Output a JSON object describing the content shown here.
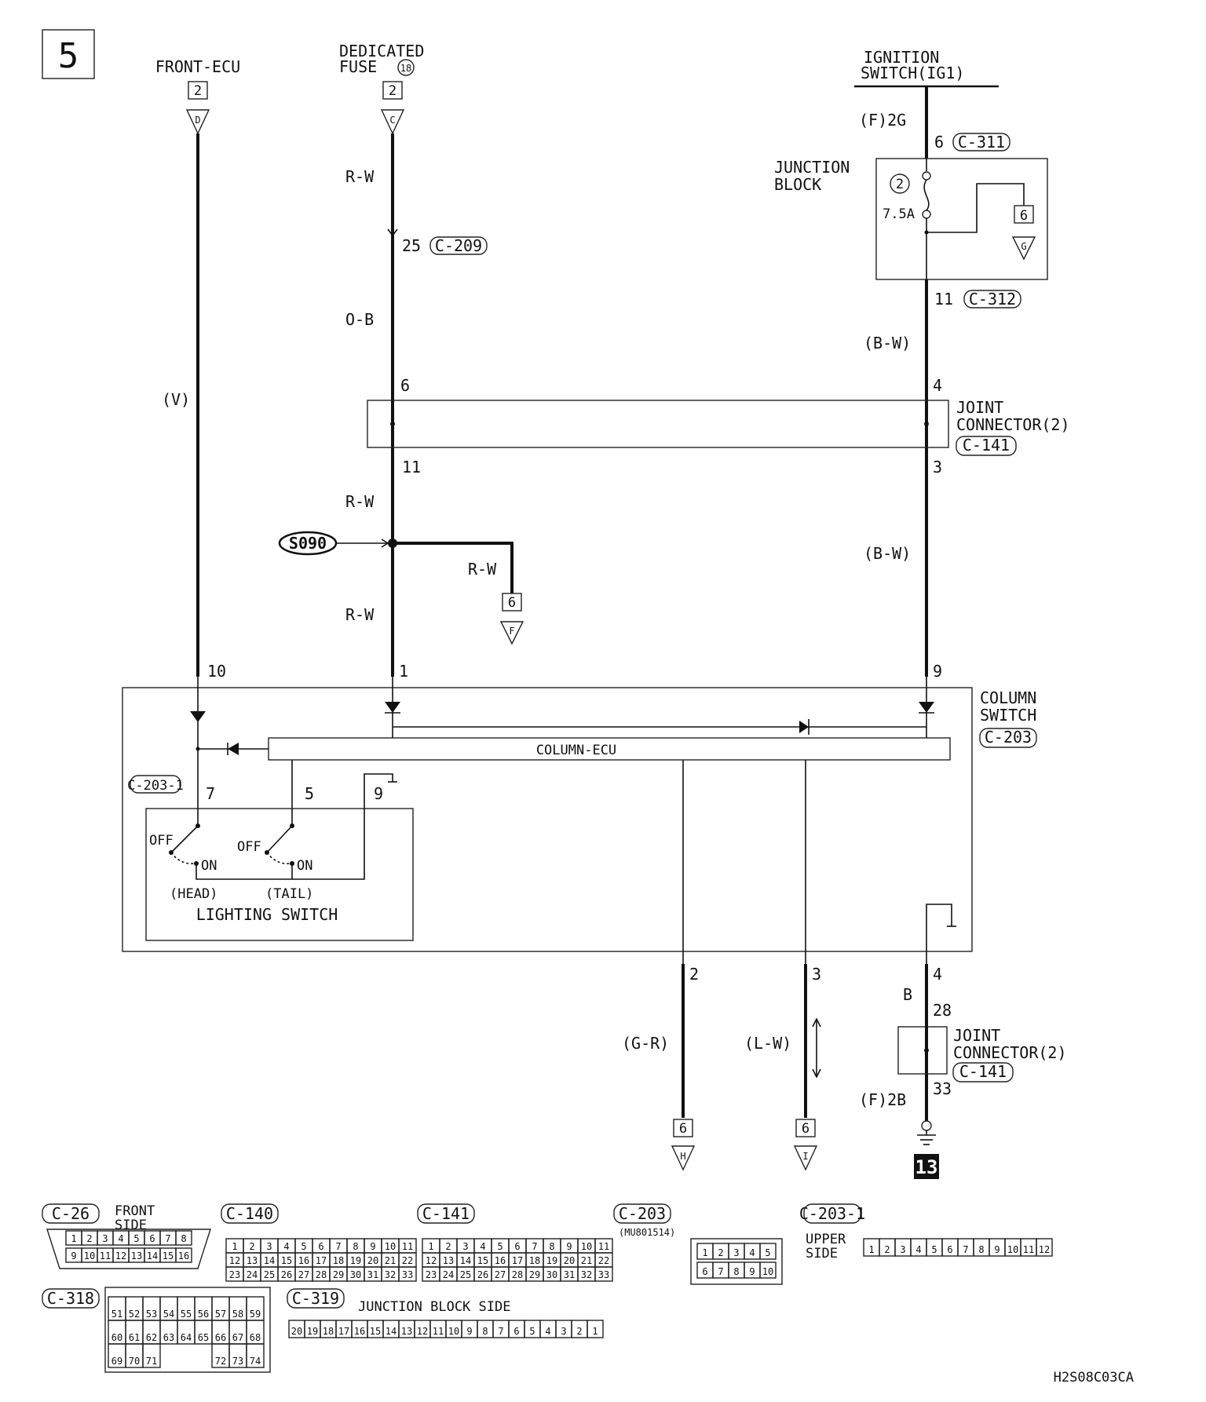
{
  "page_number": "5",
  "sources": {
    "front_ecu": {
      "name": "FRONT-ECU",
      "conn": "2",
      "term": "D"
    },
    "dedicated_fuse": {
      "line1": "DEDICATED",
      "line2": "FUSE",
      "fuse_no": "18",
      "conn": "2",
      "term": "C"
    },
    "ignition": {
      "line1": "IGNITION",
      "line2": "SWITCH(IG1)"
    }
  },
  "wires": {
    "v": "(V)",
    "rw_top": "R-W",
    "ob": "O-B",
    "rw_mid": "R-W",
    "rw_branch": "R-W",
    "rw_low": "R-W",
    "bw_top": "(B-W)",
    "bw_mid": "(B-W)",
    "gr": "(G-R)",
    "lw": "(L-W)",
    "b": "B"
  },
  "terminals": {
    "c209_pin": "25",
    "c209": "C-209",
    "c311_pin": "6",
    "c311": "C-311",
    "c312_pin": "11",
    "c312": "C-312",
    "f2g": "(F)2G",
    "jc_in_left": "6",
    "jc_in_right": "4",
    "jc_out_left": "11",
    "jc_out_right": "3",
    "col_10": "10",
    "col_1": "1",
    "col_9": "9",
    "c2031_7": "7",
    "c2031_5": "5",
    "c2031_9": "9",
    "out_2": "2",
    "out_3": "3",
    "out_4": "4",
    "jc2_28": "28",
    "jc2_33": "33",
    "f2b": "(F)2B"
  },
  "junction_block": {
    "line1": "JUNCTION",
    "line2": "BLOCK",
    "fuse_no": "2",
    "fuse_rating": "7.5A",
    "out_conn": "6",
    "out_term": "G"
  },
  "joint_connector_top": {
    "line1": "JOINT",
    "line2": "CONNECTOR(2)",
    "code": "C-141"
  },
  "joint_connector_bottom": {
    "line1": "JOINT",
    "line2": "CONNECTOR(2)",
    "code": "C-141"
  },
  "splice": {
    "label": "S090",
    "conn": "6",
    "term": "F"
  },
  "column_switch": {
    "line1": "COLUMN",
    "line2": "SWITCH",
    "code": "C-203",
    "ecu": "COLUMN-ECU",
    "sub_code": "C-203-1"
  },
  "lighting_switch": {
    "title": "LIGHTING SWITCH",
    "head": {
      "off": "OFF",
      "on": "ON",
      "label": "(HEAD)"
    },
    "tail": {
      "off": "OFF",
      "on": "ON",
      "label": "(TAIL)"
    }
  },
  "outputs": [
    {
      "conn": "6",
      "term": "H"
    },
    {
      "conn": "6",
      "term": "I"
    }
  ],
  "ground_no": "13",
  "connector_views": {
    "c26": {
      "code": "C-26",
      "side1": "FRONT",
      "side2": "SIDE",
      "row1": [
        "1",
        "2",
        "3",
        "4",
        "5",
        "6",
        "7",
        "8"
      ],
      "row2": [
        "9",
        "10",
        "11",
        "12",
        "13",
        "14",
        "15",
        "16"
      ]
    },
    "c140": {
      "code": "C-140",
      "rows": [
        [
          "1",
          "2",
          "3",
          "4",
          "5",
          "6",
          "7",
          "8",
          "9",
          "10",
          "11"
        ],
        [
          "12",
          "13",
          "14",
          "15",
          "16",
          "17",
          "18",
          "19",
          "20",
          "21",
          "22"
        ],
        [
          "23",
          "24",
          "25",
          "26",
          "27",
          "28",
          "29",
          "30",
          "31",
          "32",
          "33"
        ]
      ]
    },
    "c141": {
      "code": "C-141",
      "rows": [
        [
          "1",
          "2",
          "3",
          "4",
          "5",
          "6",
          "7",
          "8",
          "9",
          "10",
          "11"
        ],
        [
          "12",
          "13",
          "14",
          "15",
          "16",
          "17",
          "18",
          "19",
          "20",
          "21",
          "22"
        ],
        [
          "23",
          "24",
          "25",
          "26",
          "27",
          "28",
          "29",
          "30",
          "31",
          "32",
          "33"
        ]
      ]
    },
    "c203": {
      "code": "C-203",
      "part": "(MU801514)",
      "row1": [
        "1",
        "2",
        "3",
        "4",
        "5"
      ],
      "row2": [
        "6",
        "7",
        "8",
        "9",
        "10"
      ]
    },
    "c2031": {
      "code": "C-203-1",
      "side1": "UPPER",
      "side2": "SIDE",
      "pins": [
        "1",
        "2",
        "3",
        "4",
        "5",
        "6",
        "7",
        "8",
        "9",
        "10",
        "11",
        "12"
      ]
    },
    "c318": {
      "code": "C-318",
      "rows": [
        [
          "51",
          "52",
          "53",
          "54",
          "55",
          "56",
          "57",
          "58",
          "59"
        ],
        [
          "60",
          "61",
          "62",
          "63",
          "64",
          "65",
          "66",
          "67",
          "68"
        ],
        [
          "69",
          "70",
          "71",
          "",
          "",
          "",
          "72",
          "73",
          "74"
        ]
      ]
    },
    "c319": {
      "code": "C-319",
      "side": "JUNCTION BLOCK SIDE",
      "pins": [
        "20",
        "19",
        "18",
        "17",
        "16",
        "15",
        "14",
        "13",
        "12",
        "11",
        "10",
        "9",
        "8",
        "7",
        "6",
        "5",
        "4",
        "3",
        "2",
        "1"
      ]
    }
  },
  "drawing_code": "H2S08C03CA"
}
